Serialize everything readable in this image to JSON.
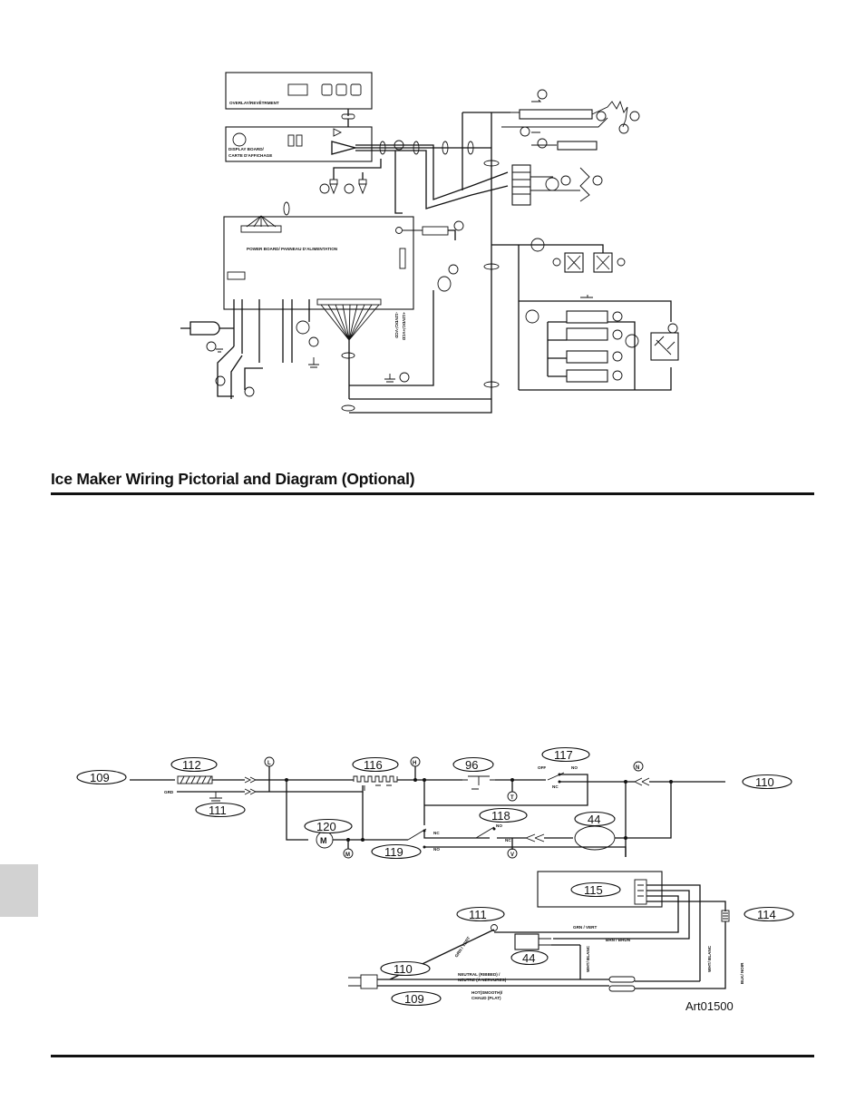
{
  "top_diagram": {
    "overlay_label": "OVERLAY/REVÊTRMENT",
    "display_board_line1": "DISPLAY BOARD/",
    "display_board_line2": "CARTE D'AFFICHAGE",
    "power_board_label": "POWER BOARD/ PANNEAU D'ALIMENTATION",
    "voltage_label_1": "-12VDC/-VCD",
    "voltage_label_2": "+12VDC/+VCD"
  },
  "section": {
    "title": "Ice Maker Wiring Pictorial and Diagram  (Optional)"
  },
  "schematic": {
    "callouts": [
      "109",
      "112",
      "111",
      "116",
      "96",
      "117",
      "110",
      "120",
      "118",
      "119",
      "44"
    ],
    "grd": "GRD",
    "terminals": [
      "L",
      "H",
      "T",
      "N",
      "M",
      "V"
    ],
    "switch_117": {
      "off": "OFF",
      "no": "NO",
      "nc": "NC"
    },
    "switch_118": {
      "no": "NO",
      "nc": "NC"
    },
    "switch_119": {
      "nc": "NC",
      "no": "NO"
    }
  },
  "pictorial": {
    "callouts": [
      "115",
      "111",
      "114",
      "44",
      "110",
      "109"
    ],
    "grn_vert": "GRN / VERT",
    "brn_brun": "BRN / BRUN",
    "grn_vert_diag": "GRN / VERT",
    "wht_blanc": "WHT/ BLANC",
    "wht_blanc_2": "WHT/ BLANC",
    "blk_noir": "BLK/ NOIR",
    "neutral_1": "NEUTRAL (RIBBED) /",
    "neutral_2": "NEUTRE (À NERVURES)",
    "hot_1": "HOT(SMOOTH)/",
    "hot_2": "CHAUD (PLAT)"
  },
  "art_code": "Art01500"
}
